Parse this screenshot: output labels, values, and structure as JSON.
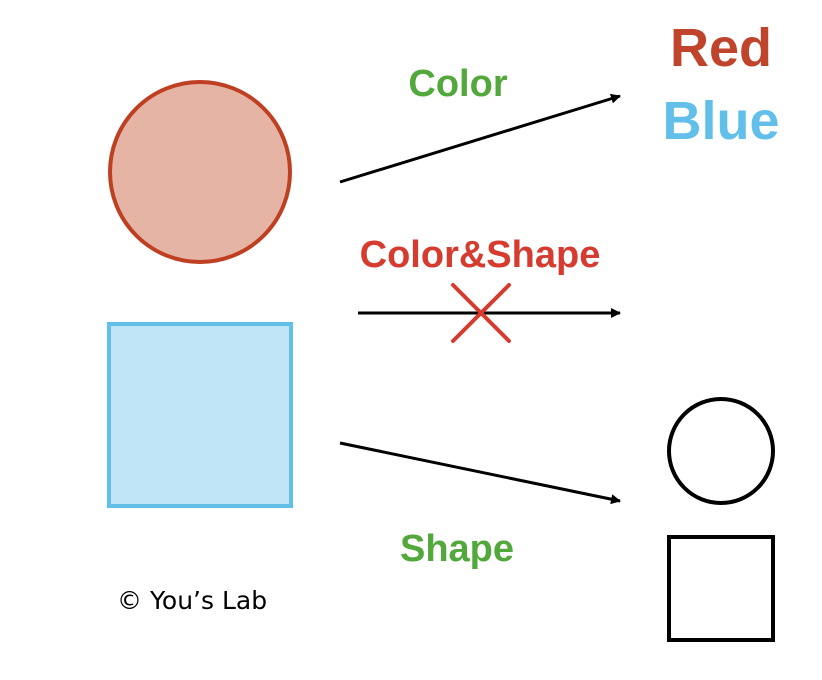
{
  "labels": {
    "color": "Color",
    "color_shape": "Color&Shape",
    "shape": "Shape",
    "red": "Red",
    "blue": "Blue"
  },
  "credit": "© You’s Lab",
  "colors": {
    "circle_fill": "#e5b4a5",
    "circle_stroke": "#bf3f22",
    "square_fill": "#bfe5f6",
    "square_stroke": "#62bfe8",
    "green": "#52a83a",
    "red_text": "#c0432b",
    "red_label": "#d63b2f",
    "blue_text": "#62bfea",
    "cross": "#d63b2f",
    "arrow": "#000000"
  }
}
